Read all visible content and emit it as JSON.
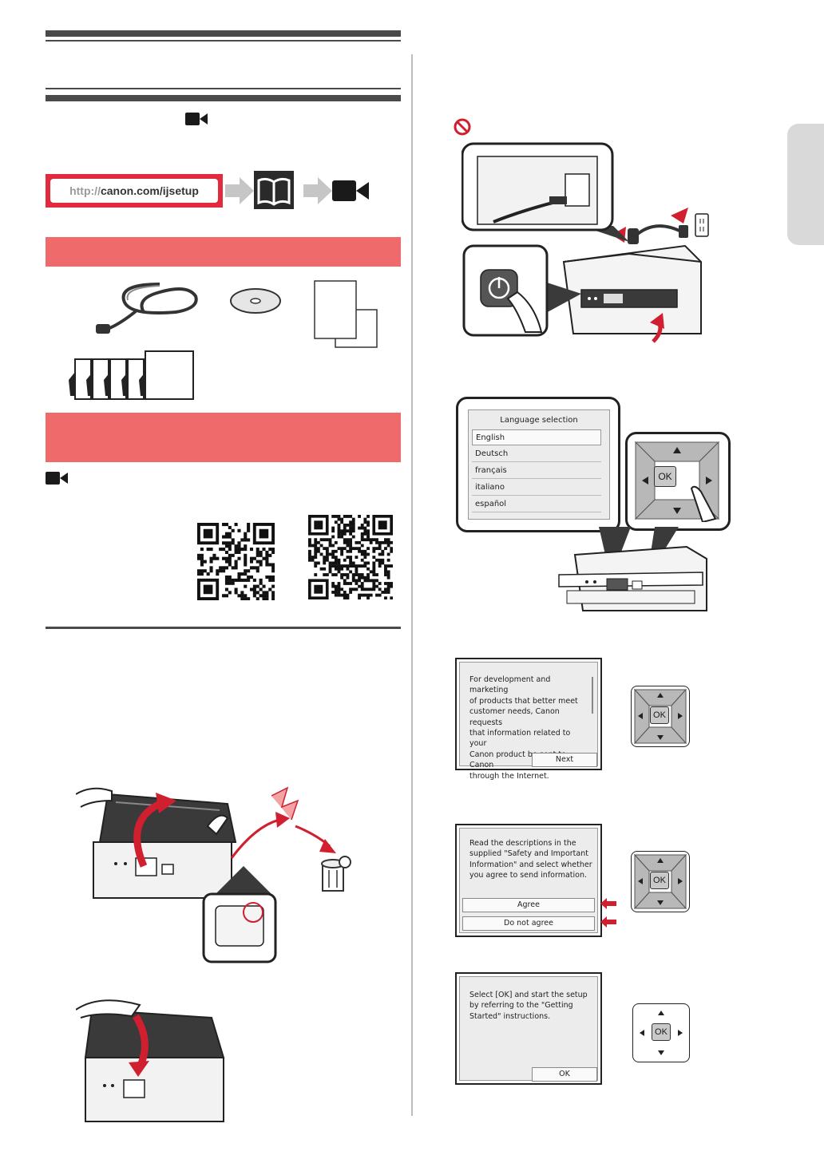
{
  "website": {
    "url_prefix": "http://",
    "url_main": "canon.com/ijsetup"
  },
  "icons": {
    "video": "video-camera-icon",
    "manual": "open-book-icon",
    "prohibited": "prohibited-icon",
    "power": "power-icon",
    "trash": "trash-can-icon"
  },
  "language_screen": {
    "title": "Language selection",
    "options": [
      "English",
      "Deutsch",
      "français",
      "italiano",
      "español"
    ],
    "selected": "English"
  },
  "dpad": {
    "ok_label": "OK"
  },
  "info_screen": {
    "lines": [
      "For development and marketing",
      "of products that better meet",
      "customer needs, Canon requests",
      "that information related to your",
      "Canon product be sent to Canon",
      "through the Internet."
    ],
    "next_label": "Next"
  },
  "agree_screen": {
    "lines": [
      "Read the descriptions in the",
      "supplied \"Safety and Important",
      "Information\" and select whether",
      "you agree to send information."
    ],
    "agree_label": "Agree",
    "disagree_label": "Do not agree"
  },
  "ok_screen": {
    "lines": [
      "Select [OK] and start the setup",
      "by referring to the \"Getting",
      "Started\" instructions."
    ],
    "ok_label": "OK"
  },
  "colors": {
    "accent_red": "#ef6b6b",
    "url_border": "#e12a3c",
    "rule": "#4a4a4a"
  }
}
